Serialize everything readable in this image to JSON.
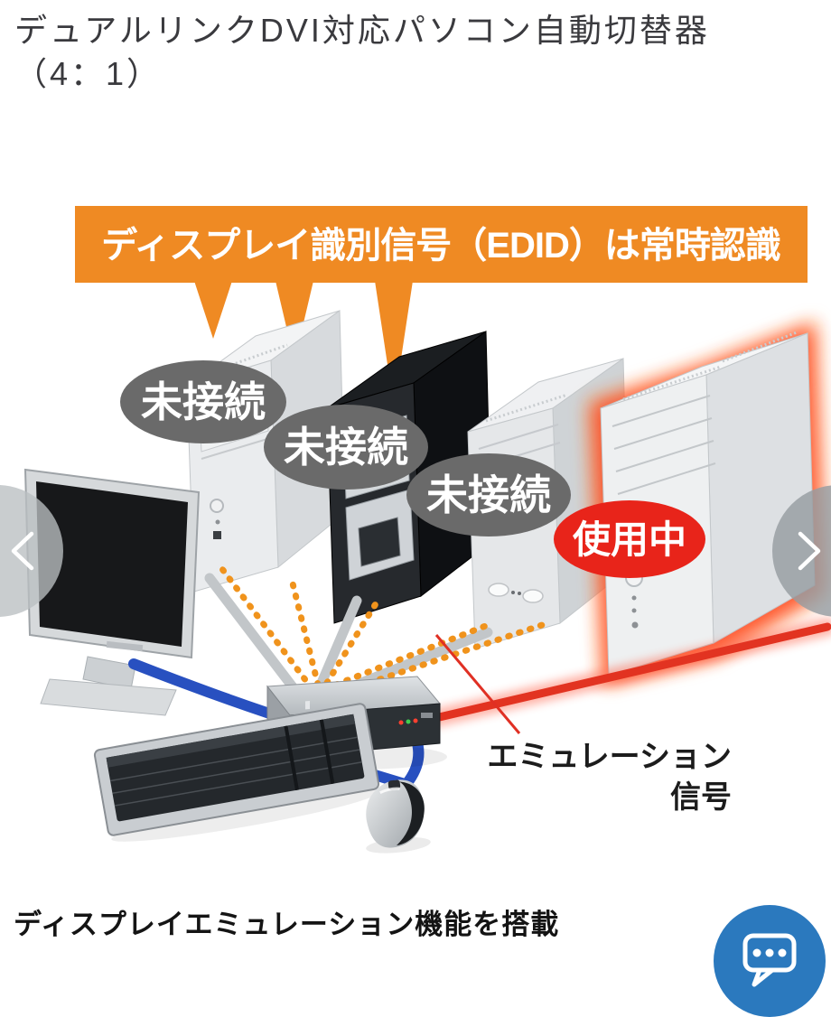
{
  "page": {
    "title_line1": "デュアルリンクDVI対応パソコン自動切替器",
    "title_line2": "（4：1）",
    "caption": "ディスプレイエミュレーション機能を搭載"
  },
  "figure": {
    "banner": {
      "text": "ディスプレイ識別信号（EDID）は常時認識"
    },
    "pcs": [
      {
        "id": "pc-1",
        "status": "未接続"
      },
      {
        "id": "pc-2",
        "status": "未接続"
      },
      {
        "id": "pc-3",
        "status": "未接続"
      },
      {
        "id": "pc-4",
        "status": "使用中"
      }
    ],
    "emulation_label_line1": "エミュレーション",
    "emulation_label_line2": "信号",
    "colors": {
      "accent_orange": "#ef8a23",
      "status_gray": "#6a6a6a",
      "status_red": "#e8241a",
      "cable_blue": "#2850c0",
      "cable_red": "#e23321",
      "cable_gray": "#c2c6c9",
      "signal_orange": "#f0931c",
      "chat_blue": "#2b79be"
    }
  },
  "icons": {
    "prev": "chevron-left-icon",
    "next": "chevron-right-icon",
    "chat": "chat-bubble-icon"
  }
}
